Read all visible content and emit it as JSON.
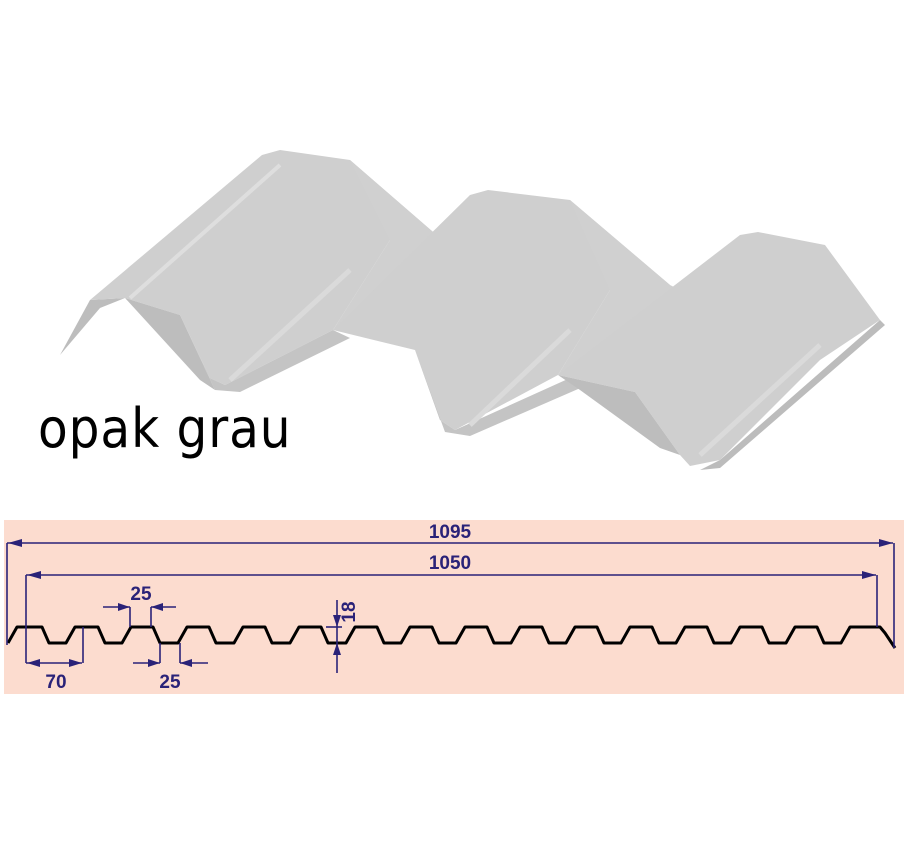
{
  "product": {
    "label": "opak grau",
    "color_name": "grau",
    "sheet_fill": "#cfcfcf",
    "sheet_shadow": "#b9b9b9"
  },
  "drawing": {
    "background": "#fcdccf",
    "line_color": "#2a2278",
    "profile_color": "#000000",
    "dimensions": {
      "total_width": "1095",
      "covering_width": "1050",
      "pitch": "70",
      "crest_width": "25",
      "trough_width": "25",
      "height": "18"
    }
  }
}
